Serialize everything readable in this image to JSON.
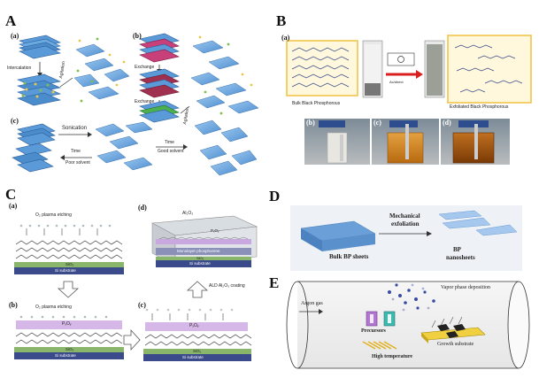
{
  "panels": {
    "A": {
      "letter": "A",
      "sub_a": "(a)",
      "sub_b": "(b)",
      "sub_c": "(c)",
      "intercalation": "Intercalation",
      "agitation": "Agitation",
      "exchange1": "Exchange",
      "exchange2": "Exchange",
      "agitation2": "Agitation",
      "sonication": "Sonication",
      "time_poor": "Time",
      "poor_solvent": "Poor solvent",
      "time_good": "Time",
      "good_solvent": "Good solvent"
    },
    "B": {
      "letter": "B",
      "sub_a": "(a)",
      "sub_b": "(b)",
      "sub_c": "(c)",
      "sub_d": "(d)",
      "bulk_label": "Bulk Black Phosphorous",
      "exfoliated_label": "Exfoliated Black Phosphorous",
      "arrow_label": "Ac/direct"
    },
    "C": {
      "letter": "C",
      "sub_a": "(a)",
      "sub_b": "(b)",
      "sub_c": "(c)",
      "sub_d": "(d)",
      "o2_etch_a": "O₂ plasma etching",
      "o2_etch_b": "O₂ plasma etching",
      "sio2_a": "SiO₂",
      "si_a": "Si substrate",
      "pxoy_b": "PₓOᵧ",
      "sio2_b": "SiO₂",
      "si_b": "Si substrate",
      "pxoy_c": "PₓOᵧ",
      "sio2_c": "SiO₂",
      "si_c": "Si substrate",
      "ald_coating": "ALD Al₂O₃ coating",
      "al2o3_d": "Al₂O₃",
      "pxoy_d": "PₓOᵧ",
      "mono_d": "Monolayer phosphorene",
      "sio2_d": "SiO₂",
      "si_d": "Si substrate"
    },
    "D": {
      "letter": "D",
      "mech1": "Mechanical",
      "mech2": "exfoliation",
      "bulk": "Bulk BP sheets",
      "bp": "BP",
      "nanosheets": "nanosheets"
    },
    "E": {
      "letter": "E",
      "argon": "Argon gas",
      "vapor": "Vapor phase deposition",
      "precursors": "Precursors",
      "growth": "Growth substrate",
      "high_temp": "High temperature"
    }
  }
}
